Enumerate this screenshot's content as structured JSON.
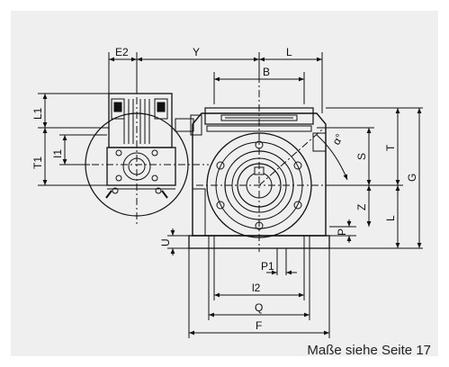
{
  "drawing": {
    "title": "",
    "dimension_labels": {
      "E2": "E2",
      "Y": "Y",
      "L_top": "L",
      "B": "B",
      "L1": "L1",
      "T1": "T1",
      "I1": "I1",
      "S": "S",
      "T": "T",
      "G": "G",
      "Z": "Z",
      "L_right": "L",
      "U": "U",
      "P": "P",
      "P1": "P1",
      "I2": "l2",
      "Q": "Q",
      "F": "F",
      "angle": "α°"
    },
    "caption": "Maße siehe Seite 17"
  },
  "colors": {
    "background": "#efefef",
    "line": "#111111",
    "hatch": "#555555"
  }
}
